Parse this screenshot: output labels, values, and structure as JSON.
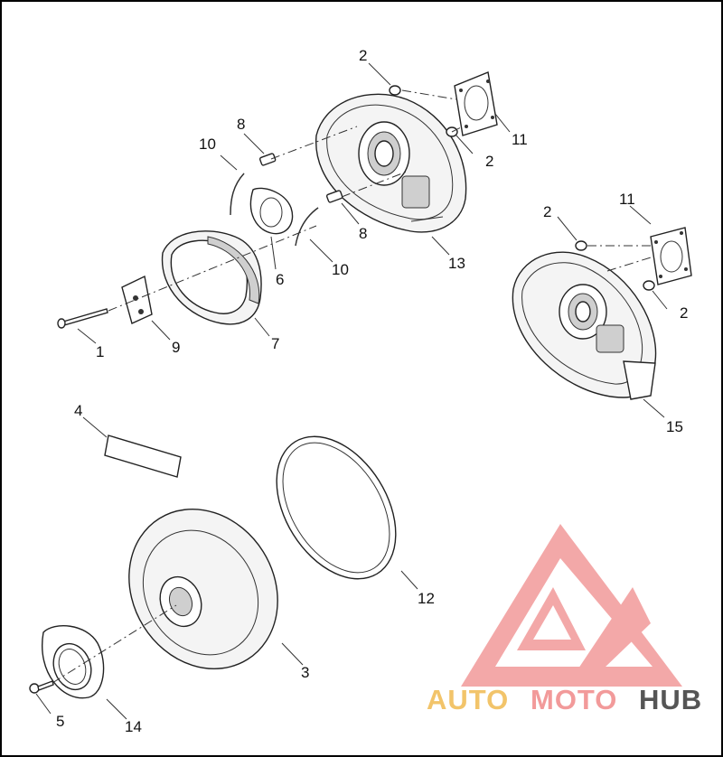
{
  "diagram": {
    "callouts": {
      "c1": "1",
      "c2a": "2",
      "c2b": "2",
      "c2c": "2",
      "c2d": "2",
      "c3": "3",
      "c4": "4",
      "c5": "5",
      "c6": "6",
      "c7": "7",
      "c8a": "8",
      "c8b": "8",
      "c9": "9",
      "c10a": "10",
      "c10b": "10",
      "c11a": "11",
      "c11b": "11",
      "c12": "12",
      "c13": "13",
      "c14": "14",
      "c15": "15"
    }
  },
  "watermark": {
    "part1": "AUTO",
    "part2": "MOTO",
    "part3": "HUB",
    "color_main": "#f29a9a",
    "color_gold": "#f2c46a",
    "color_gray": "#555555"
  }
}
